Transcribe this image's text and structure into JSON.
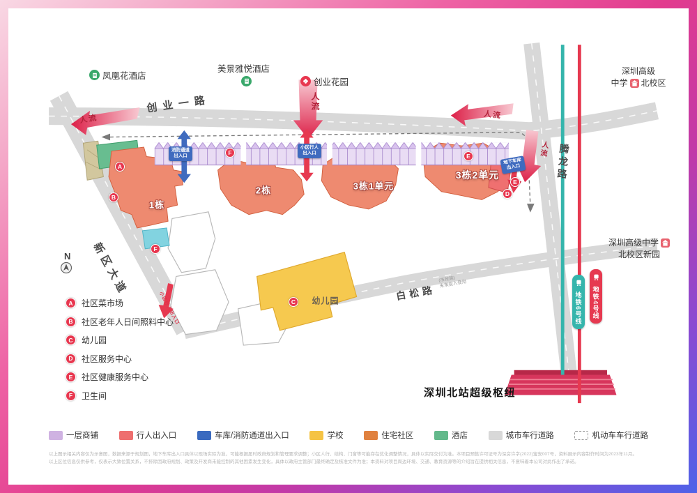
{
  "header_pois": {
    "phoenix_hotel": "凤凰花酒店",
    "meijing_hotel": "美景雅悦酒店",
    "chuangye_garden": "创业花园",
    "school_north_l1": "深圳高级",
    "school_north_l2a": "中学",
    "school_north_l2b": "北校区",
    "school_new_l1": "深圳高级中学",
    "school_new_l2": "北校区新园"
  },
  "roads": {
    "chuangye": "创业一路",
    "tenglong": "腾龙路",
    "xinqu": "新区大道",
    "baisong": "白松路",
    "baisong_note_l1": "(市政路)",
    "baisong_note_l2": "未来投入使用"
  },
  "metro": {
    "line6": "地铁6号线",
    "line4": "地铁4号线"
  },
  "station": {
    "label": "深圳北站超级枢纽"
  },
  "buildings": {
    "b1": "1栋",
    "b2": "2栋",
    "b3u1": "3栋1单元",
    "b3u2": "3栋2单元",
    "kindergarten": "幼儿园"
  },
  "markers": {
    "fire_l1": "消防通道",
    "fire_l2": "出入口",
    "ped_l1": "小区行人",
    "ped_l2": "出入口",
    "garage_l1": "地下车库",
    "garage_l2": "出入口",
    "ped_side": "小区行人出入口",
    "flow": "人流",
    "north": "N"
  },
  "facilities": [
    {
      "key": "A",
      "label": "社区菜市场"
    },
    {
      "key": "B",
      "label": "社区老年人日间照料中心"
    },
    {
      "key": "C",
      "label": "幼儿园"
    },
    {
      "key": "D",
      "label": "社区服务中心"
    },
    {
      "key": "E",
      "label": "社区健康服务中心"
    },
    {
      "key": "F",
      "label": "卫生间"
    }
  ],
  "legend": [
    {
      "label": "一层商铺",
      "color": "#cfb2e2"
    },
    {
      "label": "行人出入口",
      "color": "#ee6f6f"
    },
    {
      "label": "车库/消防通道出入口",
      "color": "#3a6abf"
    },
    {
      "label": "学校",
      "color": "#f5c344"
    },
    {
      "label": "住宅社区",
      "color": "#e0813f"
    },
    {
      "label": "酒店",
      "color": "#63b98b"
    },
    {
      "label": "城市车行道路",
      "color": "#d8d8d8"
    },
    {
      "label": "机动车车行道路",
      "color": "dashed"
    }
  ],
  "map_colors": {
    "residential": "#ee8a70",
    "shops": "#e9dcf4",
    "school_yellow": "#f6c94f",
    "hotel_green": "#68bd90",
    "entrance_blue": "#3f6bbf",
    "entrance_red": "#e63950",
    "metro6": "#35b5ac",
    "metro4": "#e63950"
  },
  "disclaimer": {
    "line1": "以上图示相关内容仅为示意图，数据来源于规划图，地下车库出入口具体以现场实际为准，可能根据届时政府规划和管理要求调整；小区人行、结构、门窗等可能存在优化调整情况，具体以实际交付为准。本项目预售许可证号为深房许字(2022)宝安007号，资料展示内容制作时间为2023年11月。",
    "line2": "以上区位信息仅供参考，仅表示大致位置关系，不排除因政府规划、政策及开发商未能控制的其他因素发生变化，具体以政府主管部门最终确定及核准文件为准；本资料对项目周边环境、交通、教育资源等的介绍旨在提供相关信息，不意味着本公司对此作出了承诺。"
  }
}
